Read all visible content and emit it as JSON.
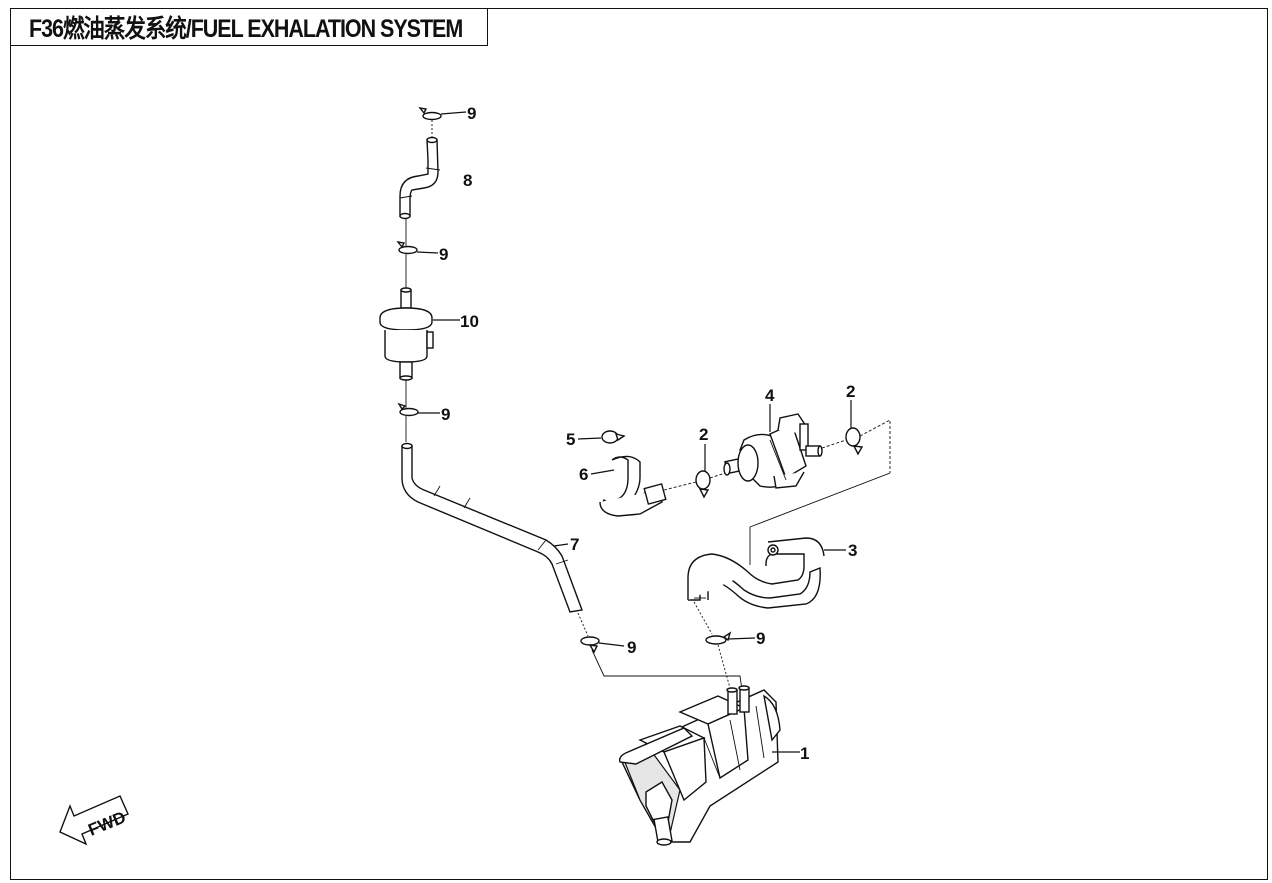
{
  "title": "F36燃油蒸发系统/FUEL EXHALATION SYSTEM",
  "fwd_label": "FWD",
  "callouts": {
    "c1": "1",
    "c2a": "2",
    "c2b": "2",
    "c3": "3",
    "c4": "4",
    "c5": "5",
    "c6": "6",
    "c7": "7",
    "c8": "8",
    "c9a": "9",
    "c9b": "9",
    "c9c": "9",
    "c9d": "9",
    "c9e": "9",
    "c10": "10"
  }
}
